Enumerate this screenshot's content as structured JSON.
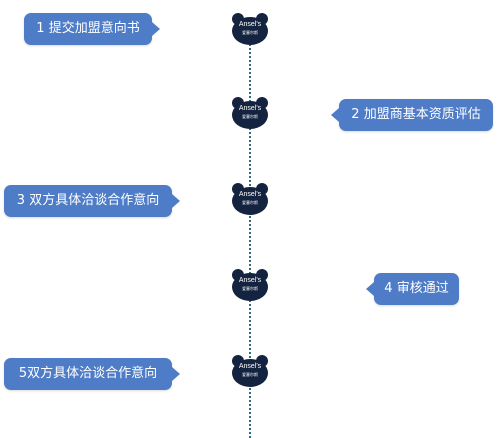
{
  "colors": {
    "callout": "#4f7cc6",
    "bear": "#14233f",
    "line": "#2e6b76"
  },
  "bear_logo": {
    "name_en": "Ansel's",
    "name_cn": "爱塞尔斯",
    "icon": "bear-head-icon"
  },
  "steps": [
    {
      "label": "1 提交加盟意向书"
    },
    {
      "label": "2 加盟商基本资质评估"
    },
    {
      "label": "3 双方具体洽谈合作意向"
    },
    {
      "label": "4 审核通过"
    },
    {
      "label": "5双方具体洽谈合作意向"
    }
  ]
}
